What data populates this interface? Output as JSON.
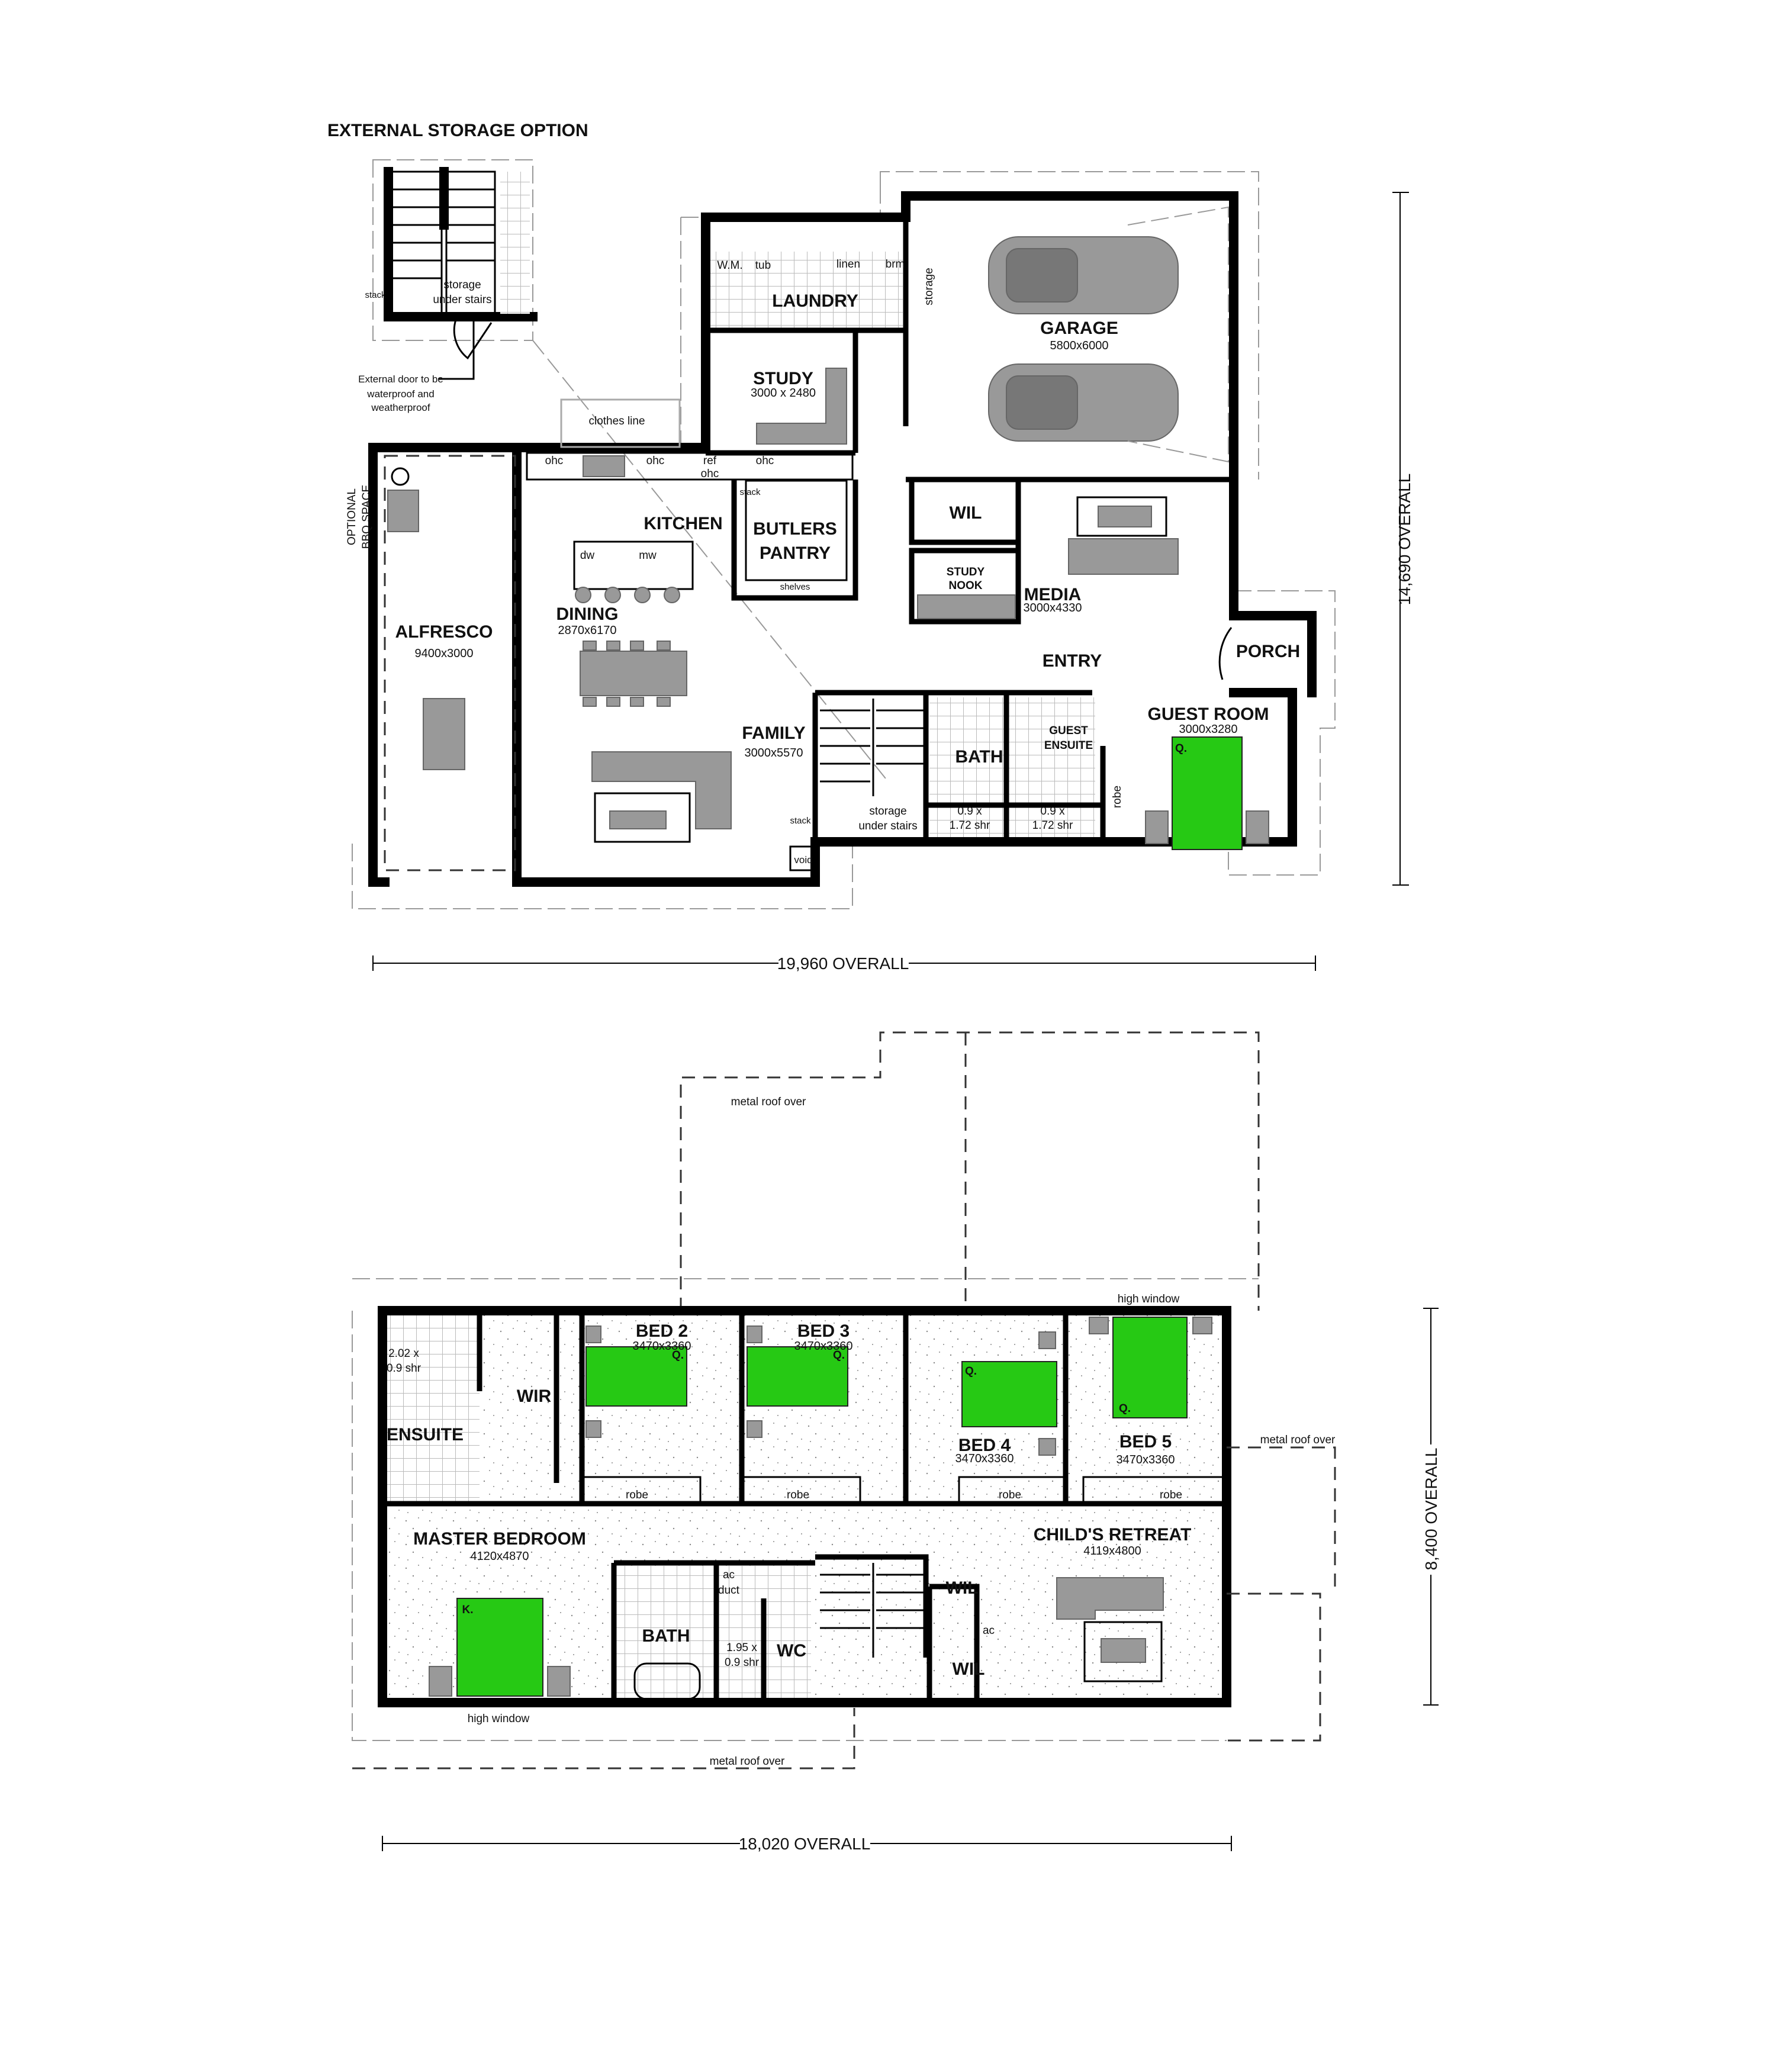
{
  "title": "EXTERNAL STORAGE OPTION",
  "colors": {
    "bed": "#26c914",
    "furniture": "#999999",
    "wall": "#000000"
  },
  "storage_option": {
    "storage_label_1": "storage",
    "storage_label_2": "under stairs",
    "stack": "stack",
    "note_1": "External door to be",
    "note_2": "waterproof and",
    "note_3": "weatherproof"
  },
  "ground_floor": {
    "clothes_line": "clothes line",
    "bbq_1": "OPTIONAL",
    "bbq_2": "BBQ SPACE",
    "alfresco": {
      "name": "ALFRESCO",
      "size": "9400x3000"
    },
    "kitchen": {
      "name": "KITCHEN",
      "ohc": "ohc",
      "ref": "ref",
      "dw": "dw",
      "mw": "mw",
      "stack": "stack"
    },
    "butlers_pantry": {
      "name_1": "BUTLERS",
      "name_2": "PANTRY",
      "shelves": "shelves"
    },
    "dining": {
      "name": "DINING",
      "size": "2870x6170"
    },
    "family": {
      "name": "FAMILY",
      "size": "3000x5570"
    },
    "laundry": {
      "name": "LAUNDRY",
      "wm": "W.M.",
      "tub": "tub",
      "linen": "linen",
      "brm": "brm",
      "storage": "storage"
    },
    "study": {
      "name": "STUDY",
      "size": "3000 x 2480"
    },
    "garage": {
      "name": "GARAGE",
      "size": "5800x6000"
    },
    "wil": "WIL",
    "study_nook": {
      "name_1": "STUDY",
      "name_2": "NOOK"
    },
    "media": {
      "name": "MEDIA",
      "size": "3000x4330"
    },
    "entry": "ENTRY",
    "porch": "PORCH",
    "guest_room": {
      "name": "GUEST ROOM",
      "size": "3000x3280",
      "bed": "Q.",
      "robe": "robe"
    },
    "guest_ensuite": {
      "name_1": "GUEST",
      "name_2": "ENSUITE"
    },
    "bath": "BATH",
    "shower_1": "0.9 x",
    "shower_2": "1.72 shr",
    "stairs_storage_1": "storage",
    "stairs_storage_2": "under stairs",
    "stack": "stack",
    "void": "void",
    "overall_depth": "14,690 OVERALL",
    "overall_width": "19,960 OVERALL"
  },
  "upper_floor": {
    "metal_roof": "metal roof over",
    "high_window": "high window",
    "bed2": {
      "name": "BED 2",
      "size": "3470x3360",
      "bed": "Q."
    },
    "bed3": {
      "name": "BED 3",
      "size": "3470x3360",
      "bed": "Q."
    },
    "bed4": {
      "name": "BED 4",
      "size": "3470x3360",
      "bed": "Q."
    },
    "bed5": {
      "name": "BED 5",
      "size": "3470x3360",
      "bed": "Q."
    },
    "robe": "robe",
    "wir": "WIR",
    "ensuite": {
      "name": "ENSUITE",
      "shr_1": "2.02 x",
      "shr_2": "0.9 shr"
    },
    "master": {
      "name": "MASTER BEDROOM",
      "size": "4120x4870",
      "bed": "K."
    },
    "bath": {
      "name": "BATH",
      "shr_1": "1.95 x",
      "shr_2": "0.9 shr"
    },
    "ac_duct_1": "ac",
    "ac_duct_2": "duct",
    "wc": "WC",
    "wil": "WIL",
    "ac": "ac",
    "childs_retreat": {
      "name": "CHILD'S RETREAT",
      "size": "4119x4800"
    },
    "overall_depth": "8,400 OVERALL",
    "overall_width": "18,020 OVERALL"
  }
}
